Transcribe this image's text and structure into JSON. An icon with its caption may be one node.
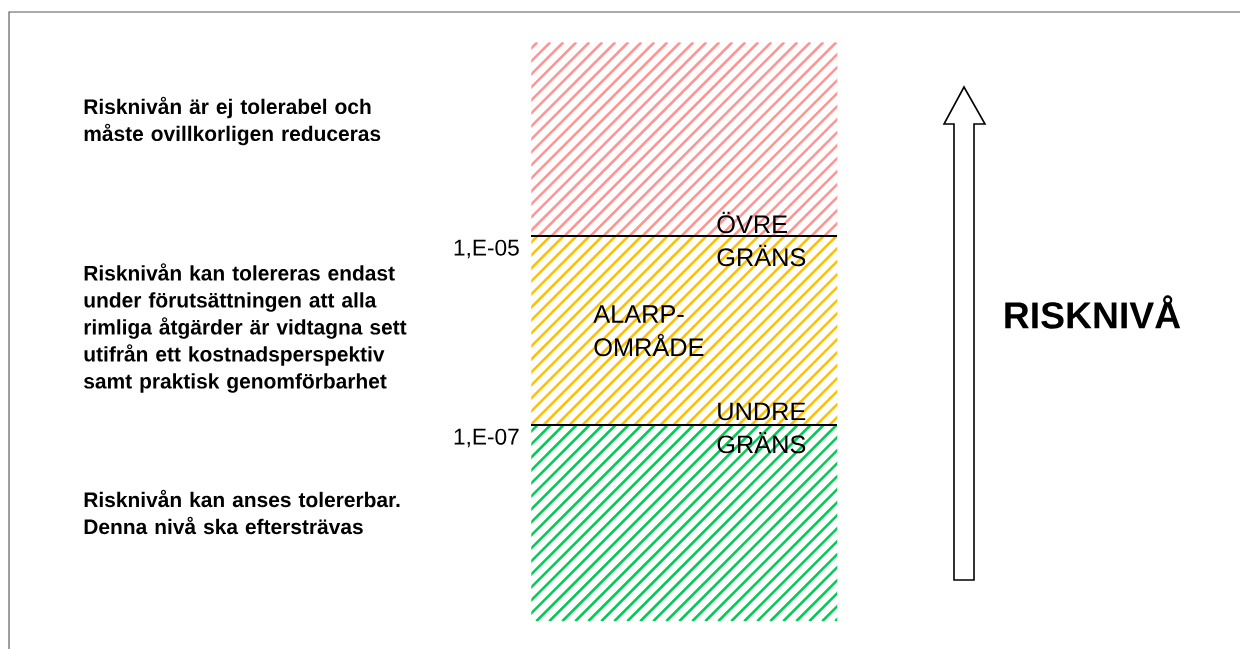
{
  "diagram": {
    "nodes": [
      {
        "text": [],
        "shape": "bar"
      },
      {
        "text": [
          "ALARP- OMRÅDE"
        ]
      },
      {
        "text": [],
        "shape": "bar"
      }
    ],
    "labels": [
      "Risknivån är ej tolerabel och måste ovillkorligen reduceras",
      "1,E-05",
      "ÖVRE GRÄNS",
      "Risknivån kan tolereras endast under förutsättningen att alla rimliga åtgärder är vidtagna sett utifrån ett kostnadsperspektiv samt praktisk genomförbarhet",
      "RISKNIVÅ",
      "1,E-07",
      "UNDRE GRÄNS",
      "Risknivån kan anses tolererbar. Denna nivå ska eftersträvas"
    ]
  }
}
